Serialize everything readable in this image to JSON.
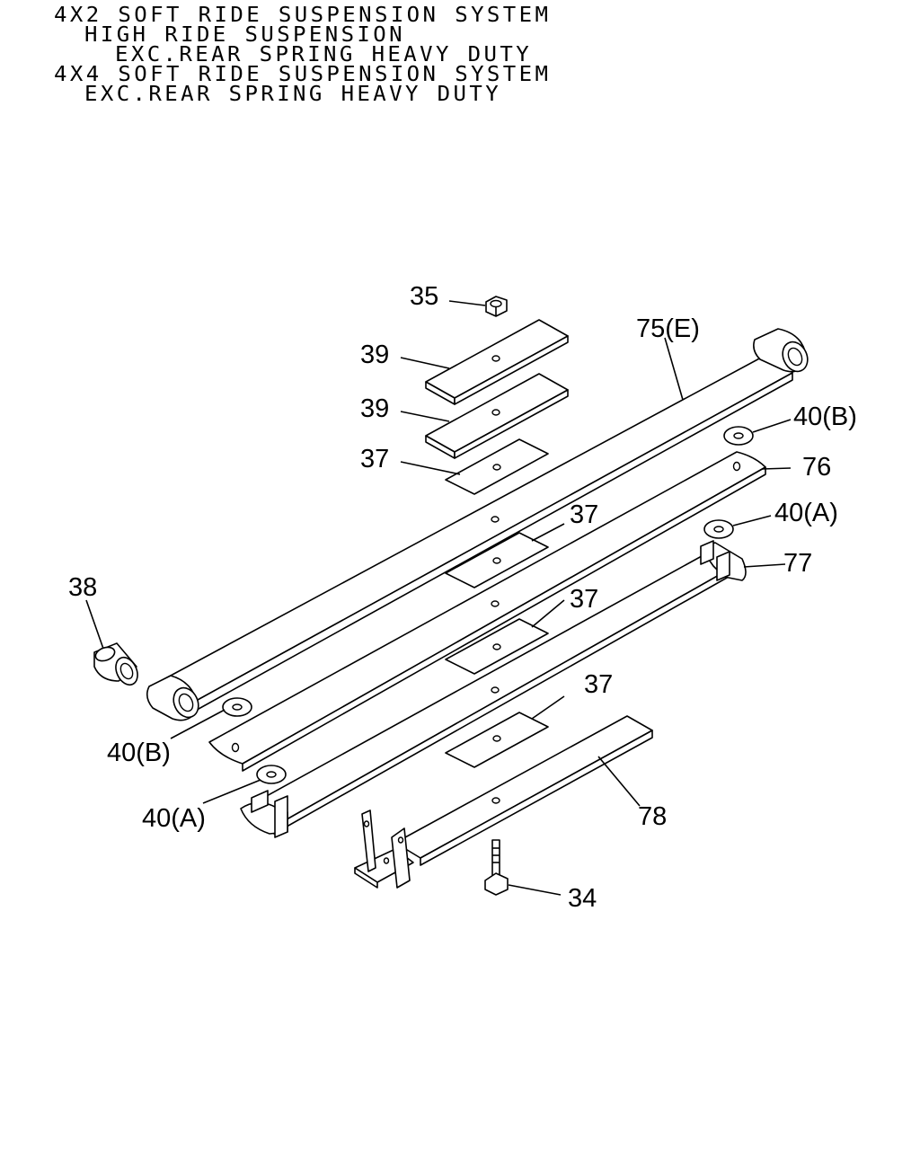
{
  "header": {
    "lines": [
      "4X2 SOFT RIDE SUSPENSION SYSTEM",
      "HIGH RIDE SUSPENSION",
      "EXC.REAR SPRING HEAVY DUTY",
      "4X4 SOFT RIDE SUSPENSION SYSTEM",
      "EXC.REAR SPRING HEAVY DUTY"
    ]
  },
  "callouts": {
    "c35": "35",
    "c39a": "39",
    "c39b": "39",
    "c37a": "37",
    "c37b": "37",
    "c37c": "37",
    "c37d": "37",
    "c75": "75(E)",
    "c40b_right": "40(B)",
    "c76": "76",
    "c40a_right": "40(A)",
    "c77": "77",
    "c38": "38",
    "c40b_left": "40(B)",
    "c40a_left": "40(A)",
    "c78": "78",
    "c34": "34"
  }
}
